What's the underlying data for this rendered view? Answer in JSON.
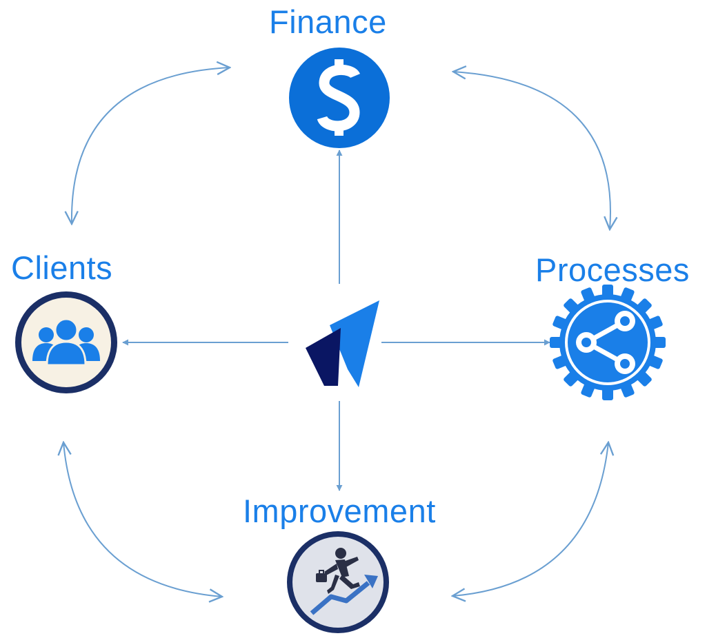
{
  "colors": {
    "label": "#1a7fe8",
    "connector": "#6a9fd1",
    "finance_fill": "#0b6fd8",
    "gear_fill": "#1a7fe8",
    "ring_dark": "#1b2f66",
    "icon_bg": "#f7f1e4",
    "people_fill": "#1a7fe8",
    "logo_dark": "#0a1663",
    "logo_light": "#1a7fe8",
    "improve_bg": "#dfe2ea",
    "improve_arrow": "#3a72c4",
    "person_dark": "#2a2f45"
  },
  "nodes": {
    "finance": {
      "label": "Finance",
      "icon": "dollar-icon"
    },
    "clients": {
      "label": "Clients",
      "icon": "people-icon"
    },
    "processes": {
      "label": "Processes",
      "icon": "share-gear-icon"
    },
    "improvement": {
      "label": "Improvement",
      "icon": "businessman-growth-icon"
    }
  },
  "center": {
    "icon": "company-logo-icon"
  },
  "connections": [
    {
      "from": "center",
      "to": "finance",
      "style": "one-way"
    },
    {
      "from": "center",
      "to": "clients",
      "style": "one-way"
    },
    {
      "from": "center",
      "to": "processes",
      "style": "one-way"
    },
    {
      "from": "center",
      "to": "improvement",
      "style": "one-way"
    },
    {
      "from": "clients",
      "to": "finance",
      "style": "two-way-curve"
    },
    {
      "from": "finance",
      "to": "processes",
      "style": "two-way-curve"
    },
    {
      "from": "processes",
      "to": "improvement",
      "style": "two-way-curve"
    },
    {
      "from": "improvement",
      "to": "clients",
      "style": "two-way-curve"
    }
  ]
}
